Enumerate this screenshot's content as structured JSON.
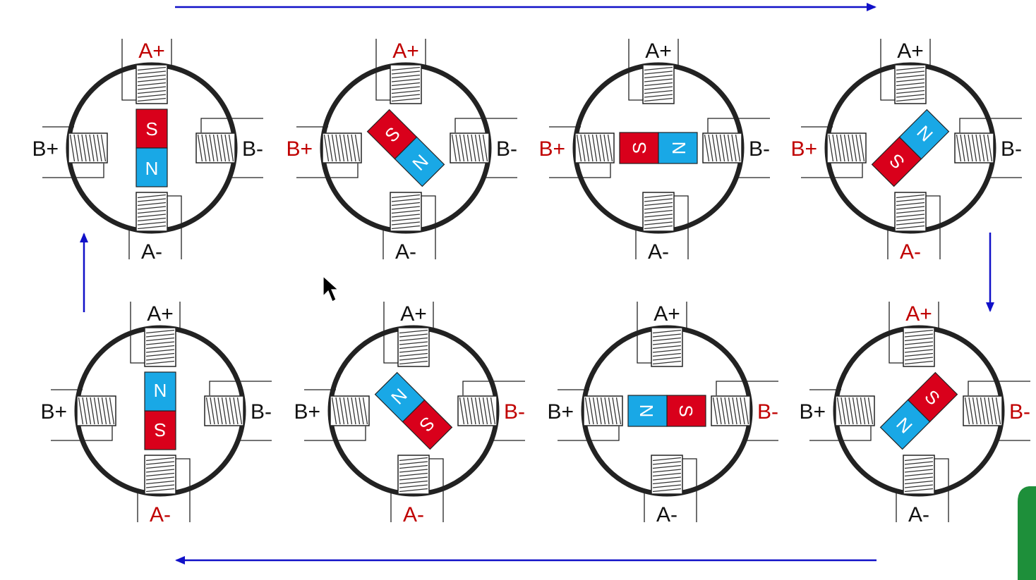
{
  "colors": {
    "active": "#c00000",
    "inactive": "#111111",
    "magnet_south": "#d9001b",
    "magnet_north": "#19a8e6",
    "arrow": "#1010c8"
  },
  "labels": {
    "a_plus": "A+",
    "a_minus": "A-",
    "b_plus": "B+",
    "b_minus": "B-",
    "south": "S",
    "north": "N"
  },
  "icons": {
    "cursor": "mouse-pointer-icon"
  },
  "steps": [
    {
      "id": 1,
      "rotor_angle_deg": 0,
      "north_pole": "down",
      "energized": [
        "A+"
      ]
    },
    {
      "id": 2,
      "rotor_angle_deg": 45,
      "north_pole": "down-right",
      "energized": [
        "A+",
        "B+"
      ]
    },
    {
      "id": 3,
      "rotor_angle_deg": 90,
      "north_pole": "right",
      "energized": [
        "B+"
      ]
    },
    {
      "id": 4,
      "rotor_angle_deg": 135,
      "north_pole": "up-right",
      "energized": [
        "B+",
        "A-"
      ]
    },
    {
      "id": 5,
      "rotor_angle_deg": 180,
      "north_pole": "up",
      "energized": [
        "A-"
      ]
    },
    {
      "id": 6,
      "rotor_angle_deg": 225,
      "north_pole": "up-left",
      "energized": [
        "A-",
        "B-"
      ]
    },
    {
      "id": 7,
      "rotor_angle_deg": 270,
      "north_pole": "left",
      "energized": [
        "B-"
      ]
    },
    {
      "id": 8,
      "rotor_angle_deg": 315,
      "north_pole": "down-left",
      "energized": [
        "B-",
        "A+"
      ]
    }
  ],
  "flow": [
    "top row left to right",
    "right side downward",
    "bottom row right to left",
    "left side upward"
  ]
}
